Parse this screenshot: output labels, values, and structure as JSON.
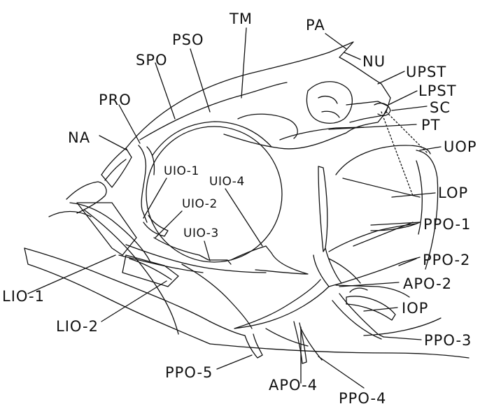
{
  "figure": {
    "labels": {
      "tm": "TM",
      "pa": "PA",
      "pso": "PSO",
      "nu": "NU",
      "upst": "UPST",
      "spo": "SPO",
      "lpst": "LPST",
      "pro": "PRO",
      "sc": "SC",
      "pt": "PT",
      "na": "NA",
      "uop": "UOP",
      "uio1": "UIO-1",
      "uio4": "UIO-4",
      "lop": "LOP",
      "uio2": "UIO-2",
      "ppo1": "PPO-1",
      "uio3": "UIO-3",
      "ppo2": "PPO-2",
      "apo2": "APO-2",
      "lio1": "LIO-1",
      "iop": "IOP",
      "lio2": "LIO-2",
      "ppo3": "PPO-3",
      "ppo5": "PPO-5",
      "apo4": "APO-4",
      "ppo4": "PPO-4"
    },
    "colors": {
      "ink": "#111111",
      "background": "#ffffff"
    }
  }
}
